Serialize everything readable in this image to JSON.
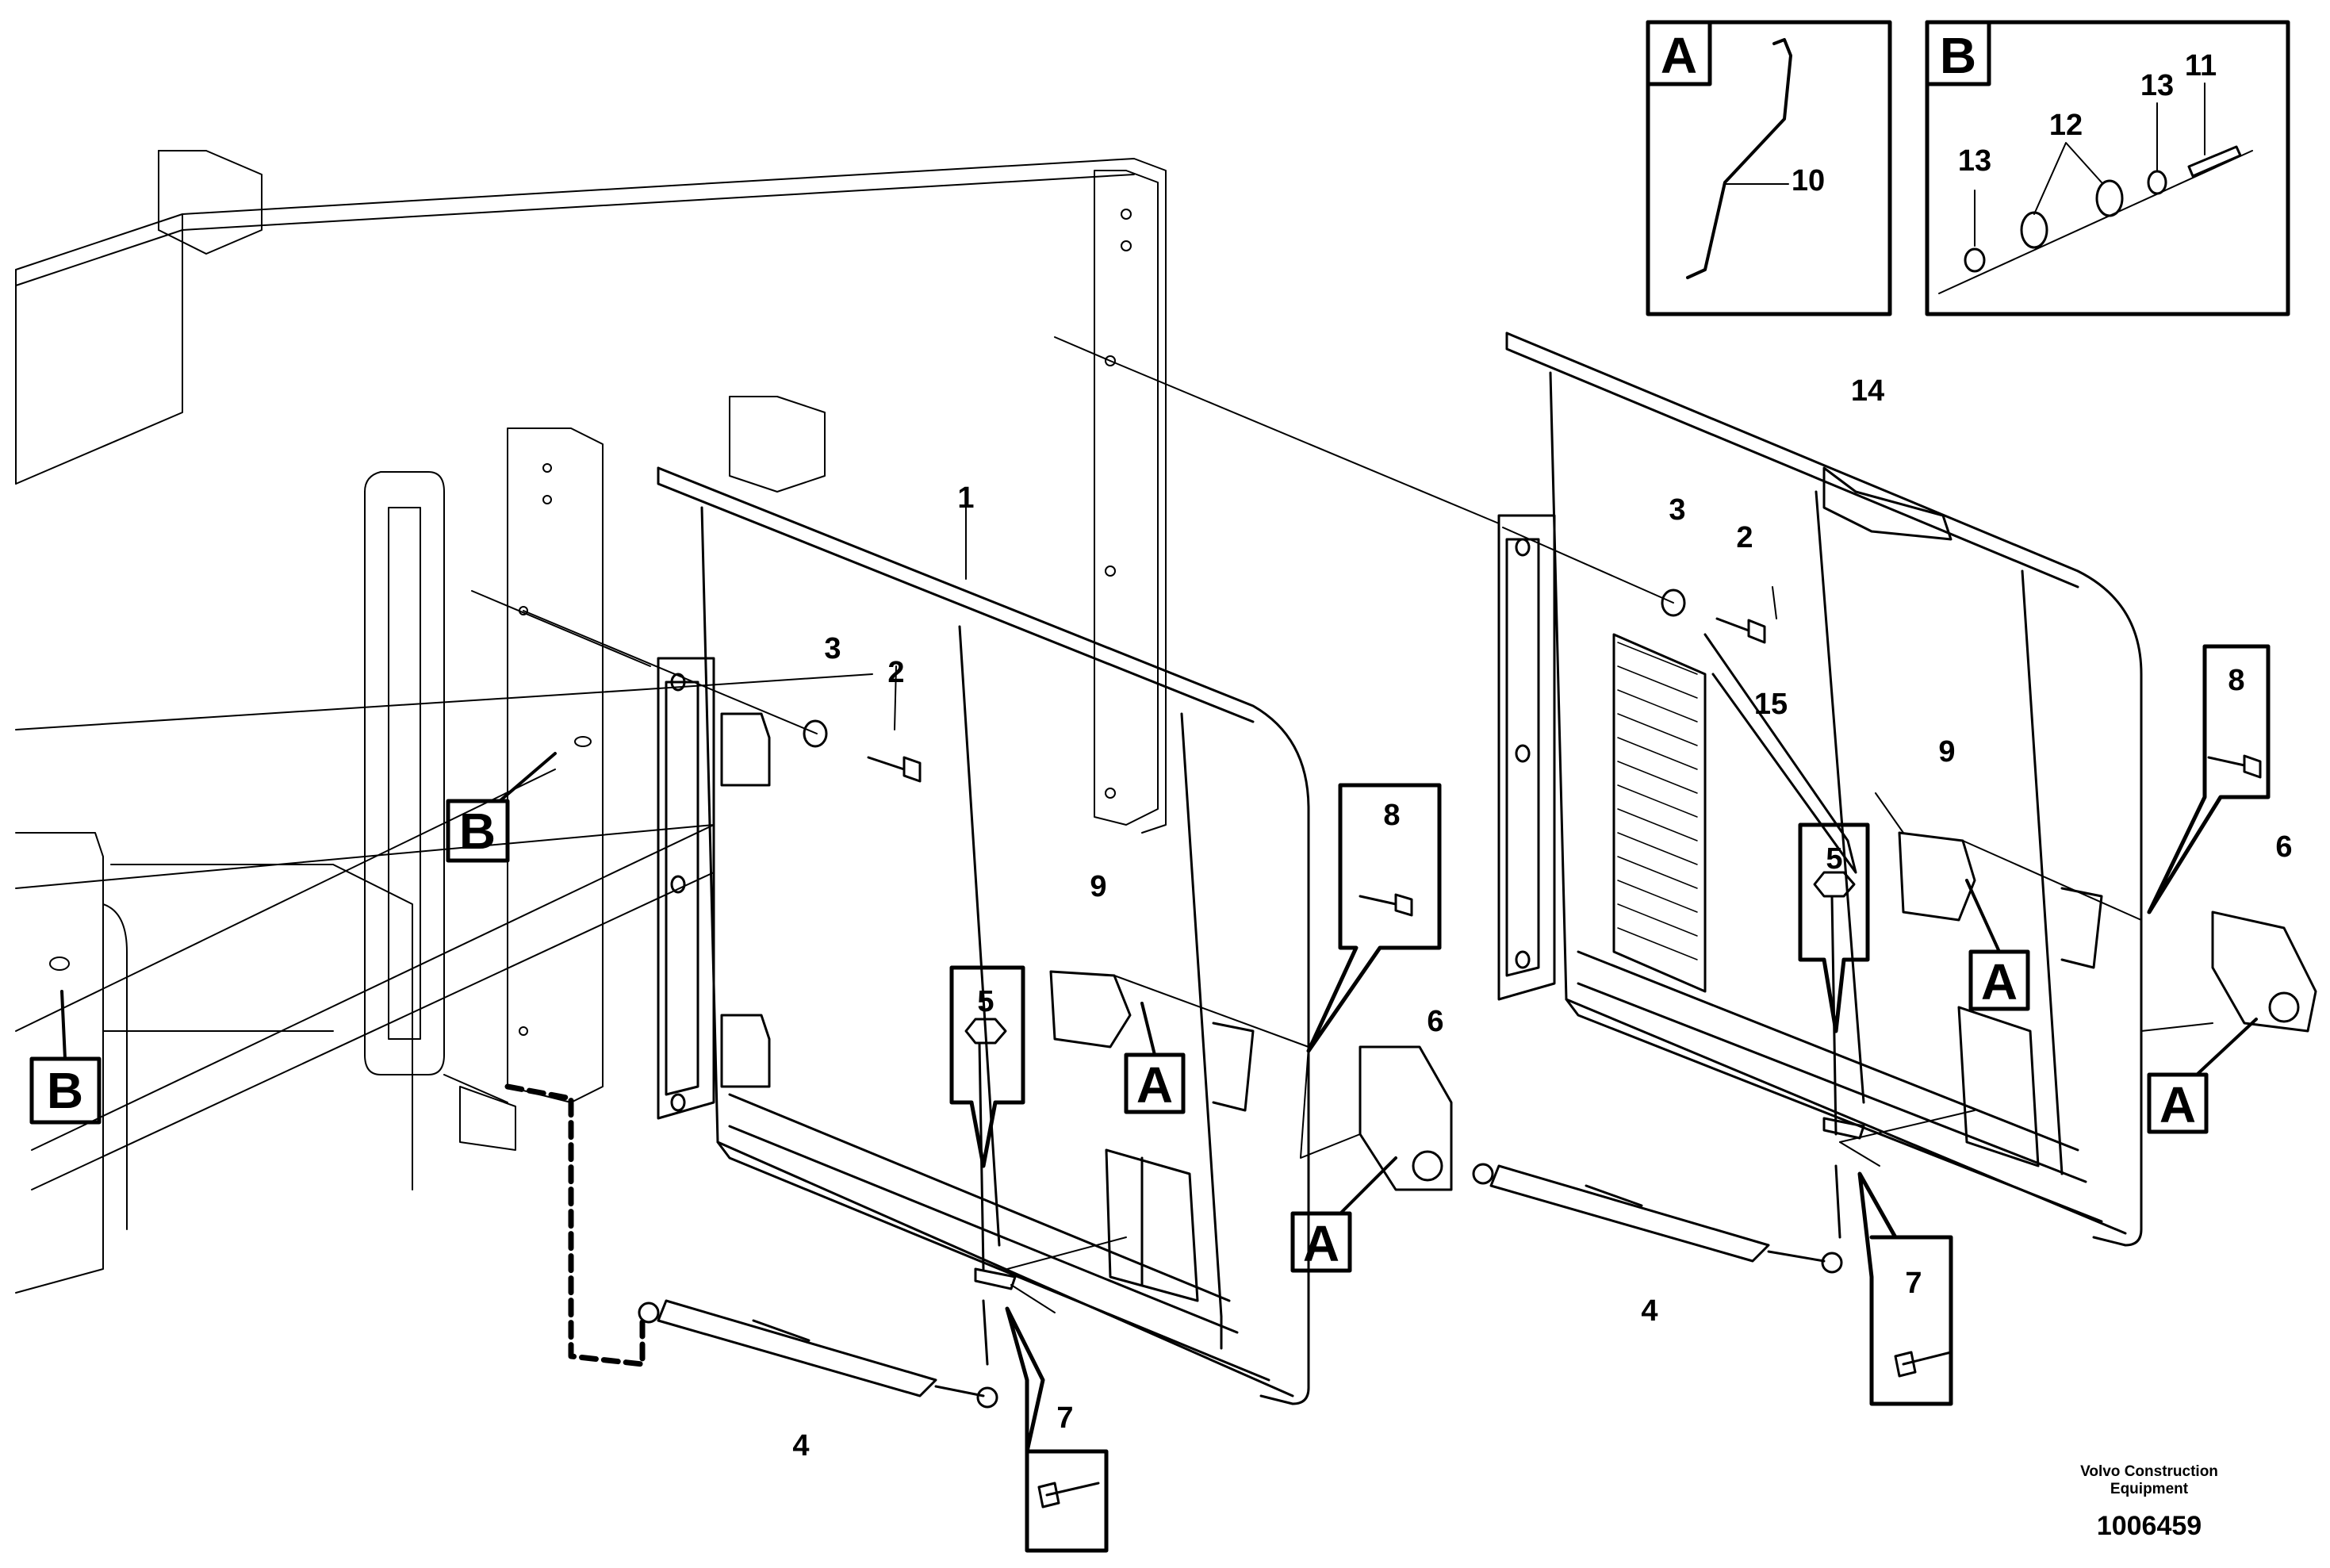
{
  "callouts": {
    "n1": "1",
    "n2a": "2",
    "n2b": "2",
    "n3a": "3",
    "n3b": "3",
    "n4a": "4",
    "n4b": "4",
    "n5a": "5",
    "n5b": "5",
    "n6a": "6",
    "n6b": "6",
    "n7a": "7",
    "n7b": "7",
    "n8a": "8",
    "n8b": "8",
    "n9a": "9",
    "n9b": "9",
    "n10": "10",
    "n11": "11",
    "n12": "12",
    "n13a": "13",
    "n13b": "13",
    "n14": "14",
    "n15": "15"
  },
  "detail_markers": {
    "a_inset": "A",
    "b_inset": "B",
    "a1": "A",
    "a2": "A",
    "a3": "A",
    "a4": "A",
    "b1": "B",
    "b2": "B"
  },
  "footer": {
    "brand_line1": "Volvo Construction",
    "brand_line2": "Equipment",
    "doc_number": "1006459"
  }
}
